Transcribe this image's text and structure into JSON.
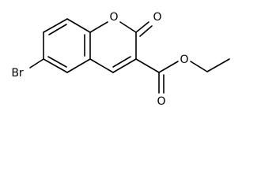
{
  "molecule": {
    "atoms": {
      "ring_oxygen": "O",
      "carbonyl_oxygen": "O",
      "bromine": "Br",
      "ester_carbonyl_oxygen": "O",
      "ester_oxygen": "O"
    },
    "colors": {
      "bond": "#000000",
      "label": "#000000",
      "background": "#ffffff"
    }
  }
}
